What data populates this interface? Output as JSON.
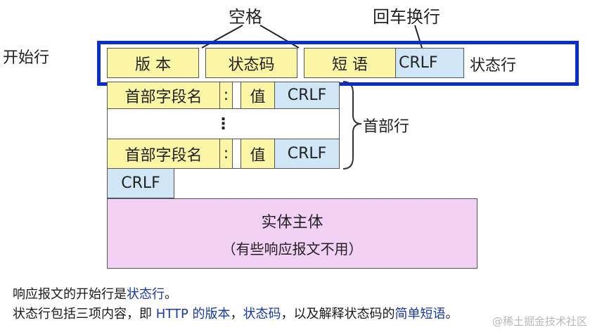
{
  "labels": {
    "space": "空格",
    "crlf_top": "回车换行",
    "start_line": "开始行",
    "status_line": "状态行",
    "header_lines": "首部行"
  },
  "status_line_cells": {
    "version": "版 本",
    "status_code": "状态码",
    "phrase": "短 语",
    "crlf": "CRLF"
  },
  "header_rows": [
    {
      "field": "首部字段名",
      "colon": ":",
      "value": "值",
      "crlf": "CRLF"
    },
    {
      "ellipsis": "⋮"
    },
    {
      "field": "首部字段名",
      "colon": ":",
      "value": "值",
      "crlf": "CRLF"
    }
  ],
  "empty_line_crlf": "CRLF",
  "body": {
    "title": "实体主体",
    "note": "（有些响应报文不用）"
  },
  "caption": {
    "line1_pre": "响应报文的开始行是",
    "line1_hl": "状态行",
    "line1_post": "。",
    "line2_pre": "状态行包括三项内容，即 ",
    "line2_hl1": "HTTP 的版本",
    "line2_sep1": "，",
    "line2_hl2": "状态码",
    "line2_sep2": "，以及解释状态码的",
    "line2_hl3": "简单短语",
    "line2_post": "。"
  },
  "watermark": "@稀土掘金技术社区",
  "colors": {
    "highlight_box": "#0b2fc6",
    "yellow": "#fbf6a6",
    "blue": "#cfe6f7",
    "pink": "#f3d0f5",
    "caption_highlight": "#1a3a9c"
  }
}
